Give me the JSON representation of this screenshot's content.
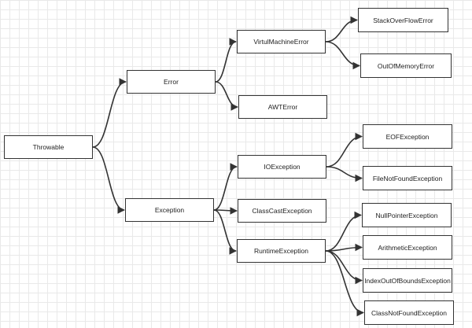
{
  "diagram": {
    "nodes": {
      "throwable": "Throwable",
      "error": "Error",
      "exception": "Exception",
      "virtual_machine_error": "VirtulMachineError",
      "awt_error": "AWTError",
      "stack_overflow_error": "StackOverFlowError",
      "out_of_memory_error": "OutOfMemoryError",
      "io_exception": "IOException",
      "class_cast_exception": "ClassCastException",
      "runtime_exception": "RuntimeException",
      "eof_exception": "EOFException",
      "file_not_found_exception": "FileNotFoundException",
      "null_pointer_exception": "NullPointerException",
      "arithmetic_exception": "ArithmeticException",
      "index_out_of_bounds_exception": "IndexOutOfBoundsException",
      "class_not_found_exception": "ClassNotFoundException"
    },
    "edges": [
      [
        "throwable",
        "error"
      ],
      [
        "throwable",
        "exception"
      ],
      [
        "error",
        "virtual_machine_error"
      ],
      [
        "error",
        "awt_error"
      ],
      [
        "virtual_machine_error",
        "stack_overflow_error"
      ],
      [
        "virtual_machine_error",
        "out_of_memory_error"
      ],
      [
        "exception",
        "io_exception"
      ],
      [
        "exception",
        "class_cast_exception"
      ],
      [
        "exception",
        "runtime_exception"
      ],
      [
        "io_exception",
        "eof_exception"
      ],
      [
        "io_exception",
        "file_not_found_exception"
      ],
      [
        "runtime_exception",
        "null_pointer_exception"
      ],
      [
        "runtime_exception",
        "arithmetic_exception"
      ],
      [
        "runtime_exception",
        "index_out_of_bounds_exception"
      ],
      [
        "runtime_exception",
        "class_not_found_exception"
      ]
    ],
    "colors": {
      "stroke": "#333333",
      "grid": "#e9e9e9",
      "background": "#ffffff"
    }
  }
}
